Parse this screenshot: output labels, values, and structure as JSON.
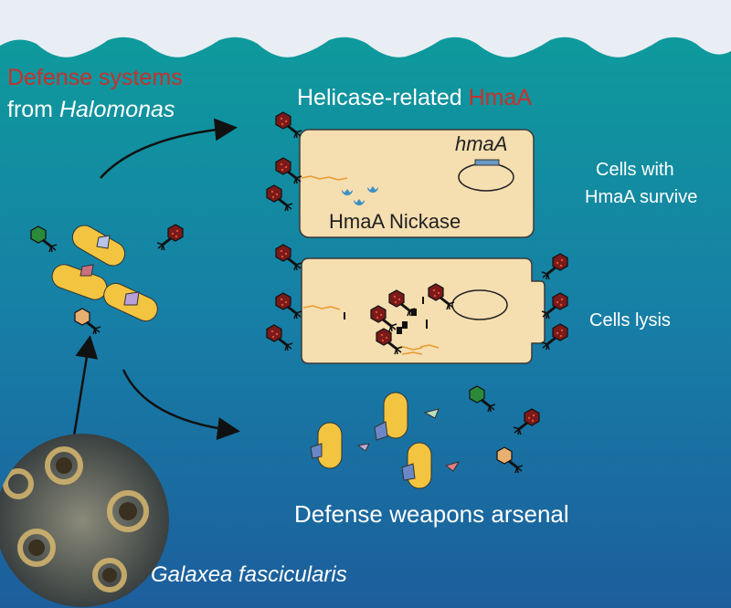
{
  "title": {
    "line1": "Defense systems",
    "line2_prefix": "from ",
    "line2_italic": "Halomonas"
  },
  "panel_top": {
    "title_prefix": "Helicase-related ",
    "title_highlight": "HmaA",
    "gene_label": "hmaA",
    "enzyme_label": "HmaA Nickase"
  },
  "outcomes": {
    "survive_line1": "Cells with",
    "survive_line2": "HmaA survive",
    "lysis": "Cells lysis"
  },
  "arsenal": {
    "label": "Defense weapons arsenal"
  },
  "coral": {
    "label": "Galaxea fascicularis"
  },
  "colors": {
    "sky": "#e9eef4",
    "water_top": "#0e9a9c",
    "water_bottom": "#1c5e9c",
    "highlight": "#c8302c",
    "cell": "#f5deb0",
    "bacterium": "#f2c440",
    "nickase": "#3d8fc4"
  }
}
